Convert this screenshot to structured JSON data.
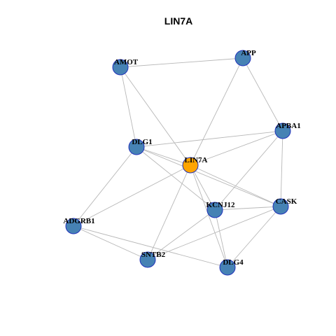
{
  "title": "LIN7A",
  "colors": {
    "focus_node": "#ffa500",
    "node": "#4682b4",
    "node_border": "#2233bb",
    "edge": "#b8b8b8",
    "background": "#ffffff"
  },
  "network": {
    "focus": "LIN7A",
    "nodes": [
      {
        "id": "AMOT",
        "label": "AMOT"
      },
      {
        "id": "APP",
        "label": "APP"
      },
      {
        "id": "APBA1",
        "label": "APBA1"
      },
      {
        "id": "DLG1",
        "label": "DLG1"
      },
      {
        "id": "LIN7A",
        "label": "LIN7A"
      },
      {
        "id": "KCNJ12",
        "label": "KCNJ12"
      },
      {
        "id": "CASK",
        "label": "CASK"
      },
      {
        "id": "ADGRB1",
        "label": "ADGRB1"
      },
      {
        "id": "SNTB2",
        "label": "SNTB2"
      },
      {
        "id": "DLG4",
        "label": "DLG4"
      }
    ],
    "edges": [
      [
        "AMOT",
        "APP"
      ],
      [
        "AMOT",
        "DLG1"
      ],
      [
        "AMOT",
        "LIN7A"
      ],
      [
        "APP",
        "LIN7A"
      ],
      [
        "APP",
        "APBA1"
      ],
      [
        "APBA1",
        "DLG1"
      ],
      [
        "APBA1",
        "LIN7A"
      ],
      [
        "APBA1",
        "KCNJ12"
      ],
      [
        "APBA1",
        "CASK"
      ],
      [
        "DLG1",
        "LIN7A"
      ],
      [
        "DLG1",
        "KCNJ12"
      ],
      [
        "DLG1",
        "CASK"
      ],
      [
        "DLG1",
        "ADGRB1"
      ],
      [
        "LIN7A",
        "CASK"
      ],
      [
        "LIN7A",
        "KCNJ12"
      ],
      [
        "LIN7A",
        "DLG4"
      ],
      [
        "LIN7A",
        "SNTB2"
      ],
      [
        "LIN7A",
        "ADGRB1"
      ],
      [
        "KCNJ12",
        "CASK"
      ],
      [
        "KCNJ12",
        "SNTB2"
      ],
      [
        "KCNJ12",
        "DLG4"
      ],
      [
        "CASK",
        "SNTB2"
      ],
      [
        "CASK",
        "DLG4"
      ],
      [
        "ADGRB1",
        "SNTB2"
      ],
      [
        "ADGRB1",
        "DLG4"
      ]
    ]
  }
}
